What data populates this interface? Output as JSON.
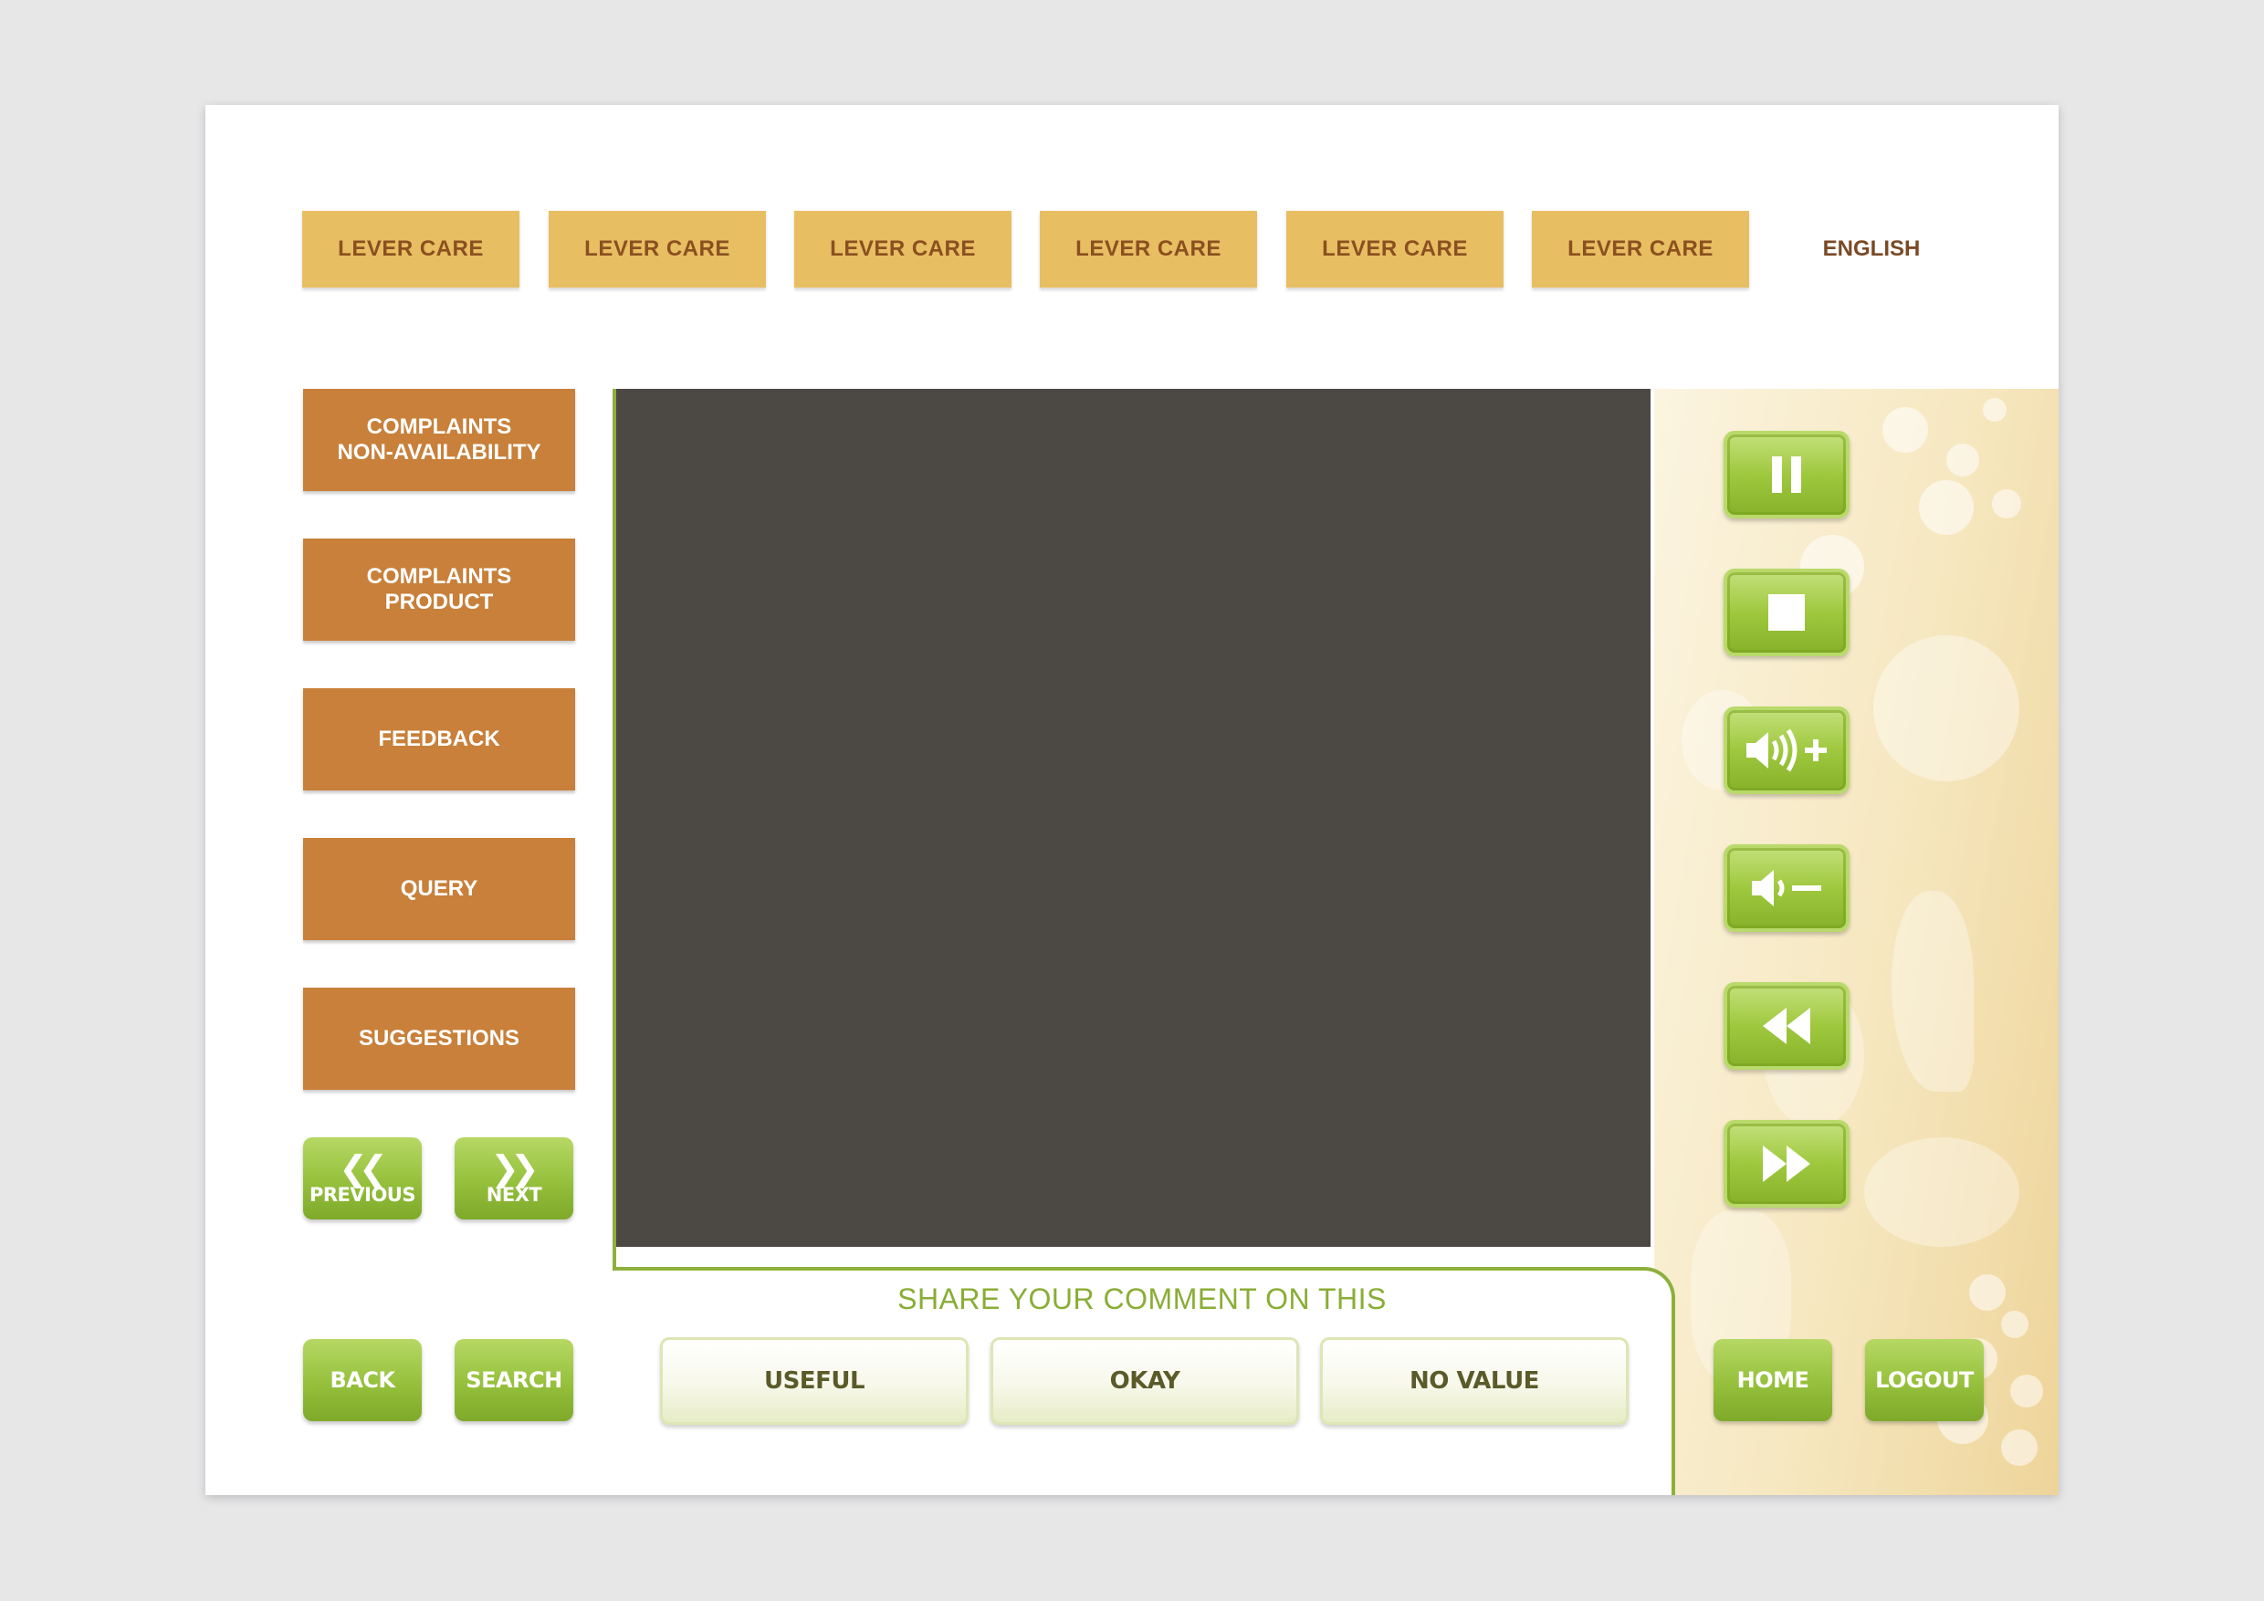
{
  "tabs": [
    "LEVER CARE",
    "LEVER CARE",
    "LEVER CARE",
    "LEVER CARE",
    "LEVER CARE",
    "LEVER CARE"
  ],
  "language": "ENGLISH",
  "menu": [
    "COMPLAINTS\nNON-AVAILABILITY",
    "COMPLAINTS\nPRODUCT",
    "FEEDBACK",
    "QUERY",
    "SUGGESTIONS"
  ],
  "nav": {
    "previous": "PREVIOUS",
    "next": "NEXT",
    "back": "BACK",
    "search": "SEARCH",
    "home": "HOME",
    "logout": "LOGOUT"
  },
  "comment": {
    "title": "SHARE YOUR COMMENT ON THIS",
    "options": [
      "USEFUL",
      "OKAY",
      "NO VALUE"
    ]
  },
  "controls": [
    "pause-icon",
    "stop-icon",
    "volume-up-icon",
    "volume-down-icon",
    "rewind-icon",
    "fast-forward-icon"
  ],
  "colors": {
    "tab": "#e8be62",
    "menu": "#c8803a",
    "green": "#95c03c",
    "video": "#4c4844"
  }
}
